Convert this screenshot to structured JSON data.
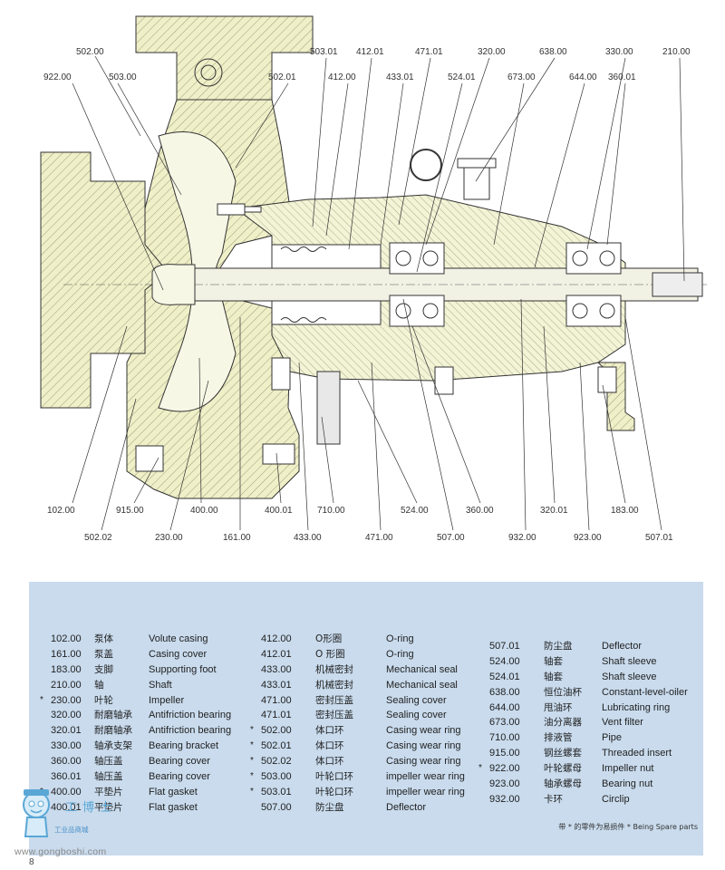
{
  "callouts": [
    {
      "id": "c502_00",
      "text": "502.00"
    },
    {
      "id": "c922_00",
      "text": "922.00"
    },
    {
      "id": "c503_00",
      "text": "503.00"
    },
    {
      "id": "c502_01",
      "text": "502.01"
    },
    {
      "id": "c503_01",
      "text": "503.01"
    },
    {
      "id": "c412_01",
      "text": "412.01"
    },
    {
      "id": "c412_00",
      "text": "412.00"
    },
    {
      "id": "c471_01",
      "text": "471.01"
    },
    {
      "id": "c433_01",
      "text": "433.01"
    },
    {
      "id": "c320_00",
      "text": "320.00"
    },
    {
      "id": "c524_01",
      "text": "524.01"
    },
    {
      "id": "c638_00",
      "text": "638.00"
    },
    {
      "id": "c673_00",
      "text": "673.00"
    },
    {
      "id": "c330_00",
      "text": "330.00"
    },
    {
      "id": "c644_00",
      "text": "644.00"
    },
    {
      "id": "c210_00",
      "text": "210.00"
    },
    {
      "id": "c360_01",
      "text": "360.01"
    },
    {
      "id": "c102_00",
      "text": "102.00"
    },
    {
      "id": "c915_00",
      "text": "915.00"
    },
    {
      "id": "c400_00",
      "text": "400.00"
    },
    {
      "id": "c400_01",
      "text": "400.01"
    },
    {
      "id": "c710_00",
      "text": "710.00"
    },
    {
      "id": "c524_00",
      "text": "524.00"
    },
    {
      "id": "c360_00",
      "text": "360.00"
    },
    {
      "id": "c320_01",
      "text": "320.01"
    },
    {
      "id": "c183_00",
      "text": "183.00"
    },
    {
      "id": "c502_02",
      "text": "502.02"
    },
    {
      "id": "c230_00",
      "text": "230.00"
    },
    {
      "id": "c161_00",
      "text": "161.00"
    },
    {
      "id": "c433_00",
      "text": "433.00"
    },
    {
      "id": "c471_00",
      "text": "471.00"
    },
    {
      "id": "c507_00",
      "text": "507.00"
    },
    {
      "id": "c932_00",
      "text": "932.00"
    },
    {
      "id": "c923_00",
      "text": "923.00"
    },
    {
      "id": "c507_01",
      "text": "507.01"
    }
  ],
  "parts_left": [
    {
      "star": "",
      "code": "102.00",
      "cn": "泵体",
      "en": "Volute casing"
    },
    {
      "star": "",
      "code": "161.00",
      "cn": "泵盖",
      "en": "Casing cover"
    },
    {
      "star": "",
      "code": "183.00",
      "cn": "支脚",
      "en": "Supporting foot"
    },
    {
      "star": "",
      "code": "210.00",
      "cn": "轴",
      "en": "Shaft"
    },
    {
      "star": "*",
      "code": "230.00",
      "cn": "叶轮",
      "en": "Impeller"
    },
    {
      "star": "",
      "code": "320.00",
      "cn": "耐磨轴承",
      "en": "Antifriction bearing"
    },
    {
      "star": "",
      "code": "320.01",
      "cn": "耐磨轴承",
      "en": "Antifriction bearing"
    },
    {
      "star": "",
      "code": "330.00",
      "cn": "轴承支架",
      "en": "Bearing bracket"
    },
    {
      "star": "",
      "code": "360.00",
      "cn": "轴压盖",
      "en": "Bearing cover"
    },
    {
      "star": "",
      "code": "360.01",
      "cn": "轴压盖",
      "en": "Bearing cover"
    },
    {
      "star": "*",
      "code": "400.00",
      "cn": "平垫片",
      "en": "Flat gasket"
    },
    {
      "star": "*",
      "code": "400.01",
      "cn": "平垫片",
      "en": "Flat gasket"
    }
  ],
  "parts_mid": [
    {
      "star": "",
      "code": "412.00",
      "cn": "O形圈",
      "en": "O-ring"
    },
    {
      "star": "",
      "code": "412.01",
      "cn": "O 形圈",
      "en": "O-ring"
    },
    {
      "star": "",
      "code": "433.00",
      "cn": "机械密封",
      "en": "Mechanical seal"
    },
    {
      "star": "",
      "code": "433.01",
      "cn": "机械密封",
      "en": "Mechanical seal"
    },
    {
      "star": "",
      "code": "471.00",
      "cn": "密封压盖",
      "en": "Sealing cover"
    },
    {
      "star": "",
      "code": "471.01",
      "cn": "密封压盖",
      "en": "Sealing cover"
    },
    {
      "star": "*",
      "code": "502.00",
      "cn": "体口环",
      "en": "Casing wear ring"
    },
    {
      "star": "*",
      "code": "502.01",
      "cn": "体口环",
      "en": "Casing wear ring"
    },
    {
      "star": "*",
      "code": "502.02",
      "cn": "体口环",
      "en": "Casing wear ring"
    },
    {
      "star": "*",
      "code": "503.00",
      "cn": "叶轮口环",
      "en": "impeller wear ring"
    },
    {
      "star": "*",
      "code": "503.01",
      "cn": "叶轮口环",
      "en": "impeller wear ring"
    },
    {
      "star": "",
      "code": "507.00",
      "cn": "防尘盘",
      "en": "Deflector"
    }
  ],
  "parts_right": [
    {
      "star": "",
      "code": "507.01",
      "cn": "防尘盘",
      "en": "Deflector"
    },
    {
      "star": "",
      "code": "524.00",
      "cn": "轴套",
      "en": "Shaft sleeve"
    },
    {
      "star": "",
      "code": "524.01",
      "cn": "轴套",
      "en": "Shaft sleeve"
    },
    {
      "star": "",
      "code": "638.00",
      "cn": "恒位油杯",
      "en": "Constant-level-oiler"
    },
    {
      "star": "",
      "code": "644.00",
      "cn": "甩油环",
      "en": "Lubricating ring"
    },
    {
      "star": "",
      "code": "673.00",
      "cn": "油分离器",
      "en": "Vent filter"
    },
    {
      "star": "",
      "code": "710.00",
      "cn": "排液管",
      "en": "Pipe"
    },
    {
      "star": "",
      "code": "915.00",
      "cn": "钢丝螺套",
      "en": "Threaded insert"
    },
    {
      "star": "*",
      "code": "922.00",
      "cn": "叶轮螺母",
      "en": "Impeller nut"
    },
    {
      "star": "",
      "code": "923.00",
      "cn": "轴承螺母",
      "en": "Bearing nut"
    },
    {
      "star": "",
      "code": "932.00",
      "cn": "卡环",
      "en": "Circlip"
    }
  ],
  "note": "带 * 的零件为易损件   * Being Spare parts",
  "watermark": {
    "brand": "工博士",
    "subtitle": "工业品商城",
    "url": "www.gongboshi.com"
  },
  "page_number": "8",
  "colors": {
    "casting": "#efefc8",
    "panel": "#c9dbed",
    "line": "#333333"
  }
}
